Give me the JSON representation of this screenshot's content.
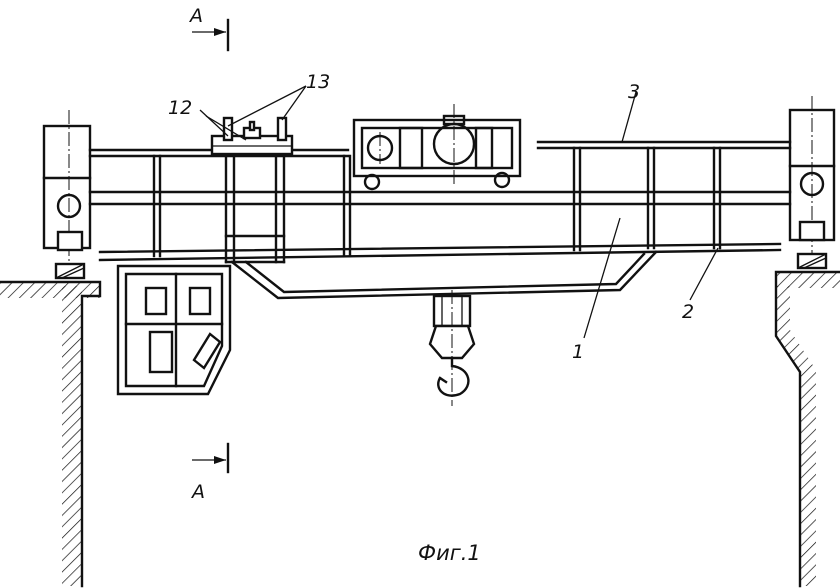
{
  "labels": {
    "section_top": "A",
    "section_bottom": "A",
    "part_1": "1",
    "part_2": "2",
    "part_3": "3",
    "part_12": "12",
    "part_13": "13"
  },
  "caption": "Фиг.1"
}
